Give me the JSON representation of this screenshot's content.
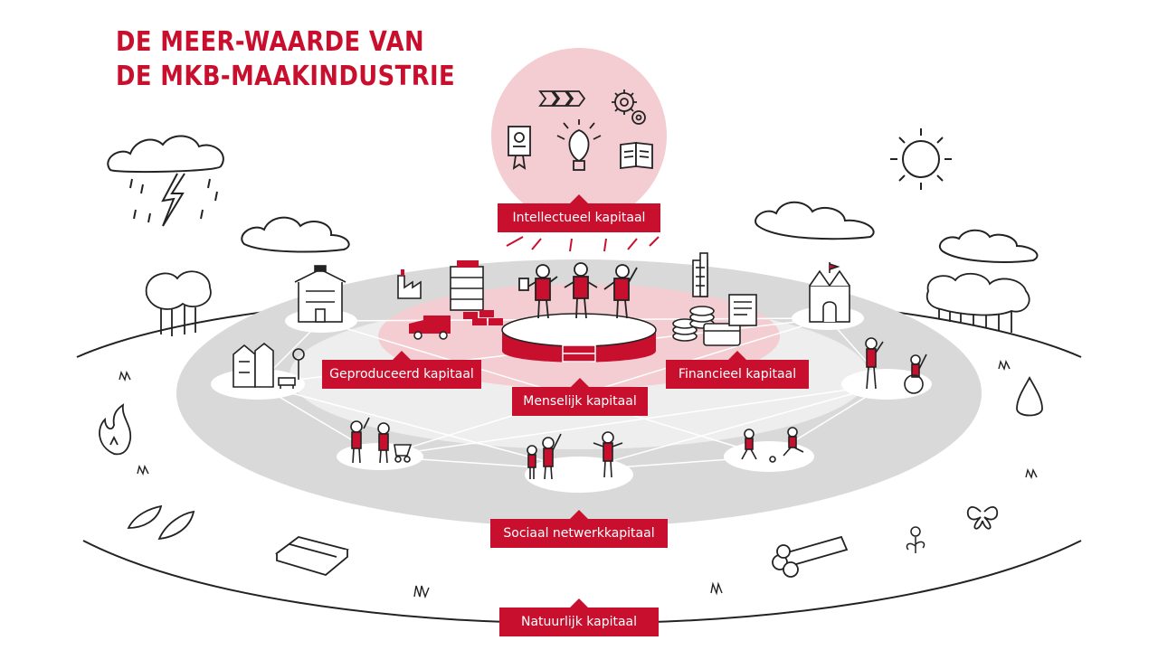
{
  "title": {
    "line1": "DE MEER-WAARDE VAN",
    "line2": "DE MKB-MAAKINDUSTRIE"
  },
  "labels": {
    "intellectueel": "Intellectueel kapitaal",
    "geproduceerd": "Geproduceerd kapitaal",
    "menselijk": "Menselijk kapitaal",
    "financieel": "Financieel kapitaal",
    "sociaal": "Sociaal netwerkkapitaal",
    "natuurlijk": "Natuurlijk kapitaal"
  },
  "icons": [
    "storm-cloud-icon",
    "lightning-icon",
    "cloud-icon",
    "sun-icon",
    "trees-icon",
    "forest-icon",
    "school-icon",
    "factory-icon",
    "office-building-icon",
    "truck-icon",
    "bricks-icon",
    "people-icon",
    "skyscraper-icon",
    "coins-icon",
    "credit-card-icon",
    "document-icon",
    "church-icon",
    "houses-icon",
    "bench-icon",
    "family-icon",
    "children-icon",
    "soccer-icon",
    "wheelchair-icon",
    "fire-icon",
    "water-drop-icon",
    "leaves-icon",
    "wood-planks-icon",
    "logs-icon",
    "butterfly-icon",
    "flower-icon",
    "certificate-icon",
    "lightbulb-icon",
    "gears-icon",
    "arrows-icon",
    "book-icon"
  ],
  "colors": {
    "accent": "#c8102e",
    "pink": "#f3cdd1",
    "gray": "#d9d9d9",
    "ink": "#222222"
  }
}
